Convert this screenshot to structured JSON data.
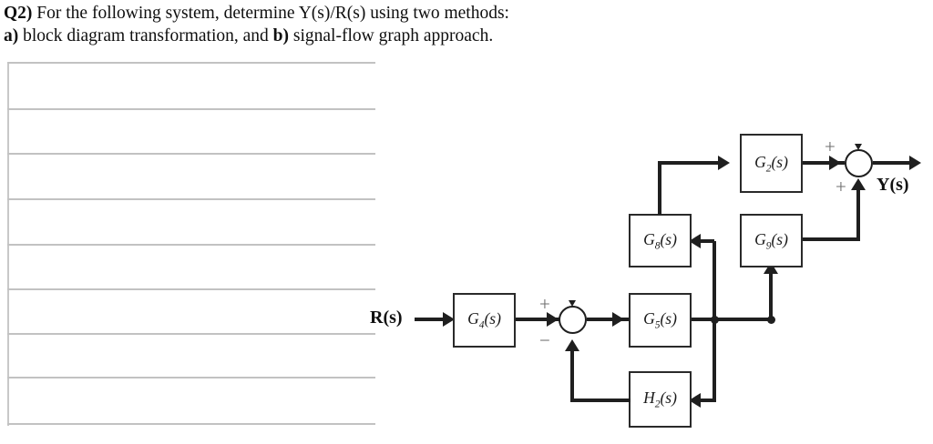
{
  "question": {
    "line1_label": "Q2)",
    "line1_text": " For the following system, determine  Y(s)/R(s) using two methods:",
    "line2_label_a": "a)",
    "line2_text_a": " block diagram transformation, and ",
    "line2_label_b": "b)",
    "line2_text_b": " signal-flow graph approach."
  },
  "ruled_paper": {
    "line_count": 9,
    "line_color": "#c2c2c2",
    "border_color": "#c8c8c8"
  },
  "diagram": {
    "title": "control system block diagram",
    "signals": {
      "input": "R(s)",
      "output": "Y(s)"
    },
    "blocks": [
      {
        "id": "G4",
        "base": "G",
        "sub": "4",
        "arg": "(s)",
        "label": "G4(s)"
      },
      {
        "id": "G5",
        "base": "G",
        "sub": "5",
        "arg": "(s)",
        "label": "G5(s)"
      },
      {
        "id": "G8",
        "base": "G",
        "sub": "8",
        "arg": "(s)",
        "label": "G8(s)"
      },
      {
        "id": "G9",
        "base": "G",
        "sub": "9",
        "arg": "(s)",
        "label": "G9(s)"
      },
      {
        "id": "G2",
        "base": "G",
        "sub": "2",
        "arg": "(s)",
        "label": "G2(s)"
      },
      {
        "id": "H2",
        "base": "H",
        "sub": "2",
        "arg": "(s)",
        "label": "H2(s)"
      }
    ],
    "summing_junctions": [
      {
        "id": "sum1",
        "signs": {
          "left_input": "+",
          "bottom_input": "−"
        }
      },
      {
        "id": "sum2",
        "signs": {
          "left_input": "+",
          "bottom_input": "+"
        }
      }
    ],
    "colors": {
      "wire": "#1f1f1f",
      "block_border": "#2a2a2a",
      "sign_text": "#6e6e6e",
      "label_text": "#111111"
    }
  }
}
